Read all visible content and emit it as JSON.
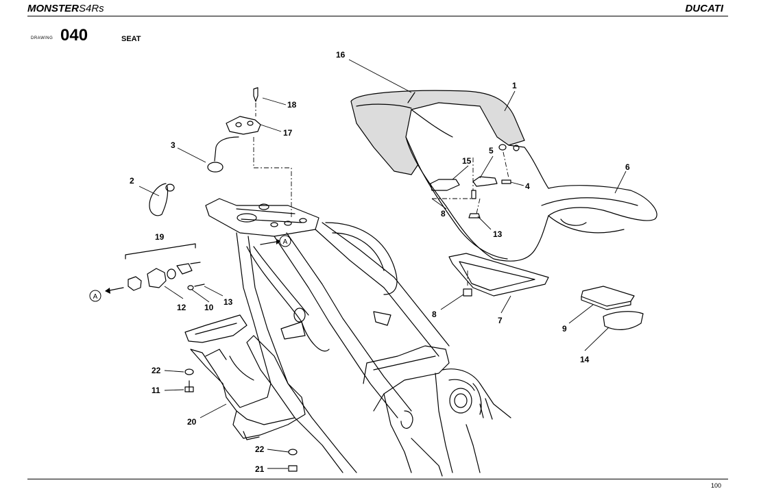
{
  "header": {
    "model": "MONSTER",
    "model_variant": "S4Rs",
    "brand": "DUCATI"
  },
  "drawing": {
    "label": "DRAWING",
    "number": "040",
    "title": "SEAT"
  },
  "footer": {
    "page_number": "100"
  },
  "callouts": {
    "c1": "1",
    "c2": "2",
    "c3": "3",
    "c4": "4",
    "c5": "5",
    "c6": "6",
    "c7": "7",
    "c8a": "8",
    "c8b": "8",
    "c9": "9",
    "c10": "10",
    "c11": "11",
    "c12": "12",
    "c13a": "13",
    "c13b": "13",
    "c14": "14",
    "c15": "15",
    "c16": "16",
    "c17": "17",
    "c18": "18",
    "c19": "19",
    "c20": "20",
    "c21": "21",
    "c22a": "22",
    "c22b": "22"
  },
  "markers": {
    "a1": "A",
    "a2": "A"
  }
}
